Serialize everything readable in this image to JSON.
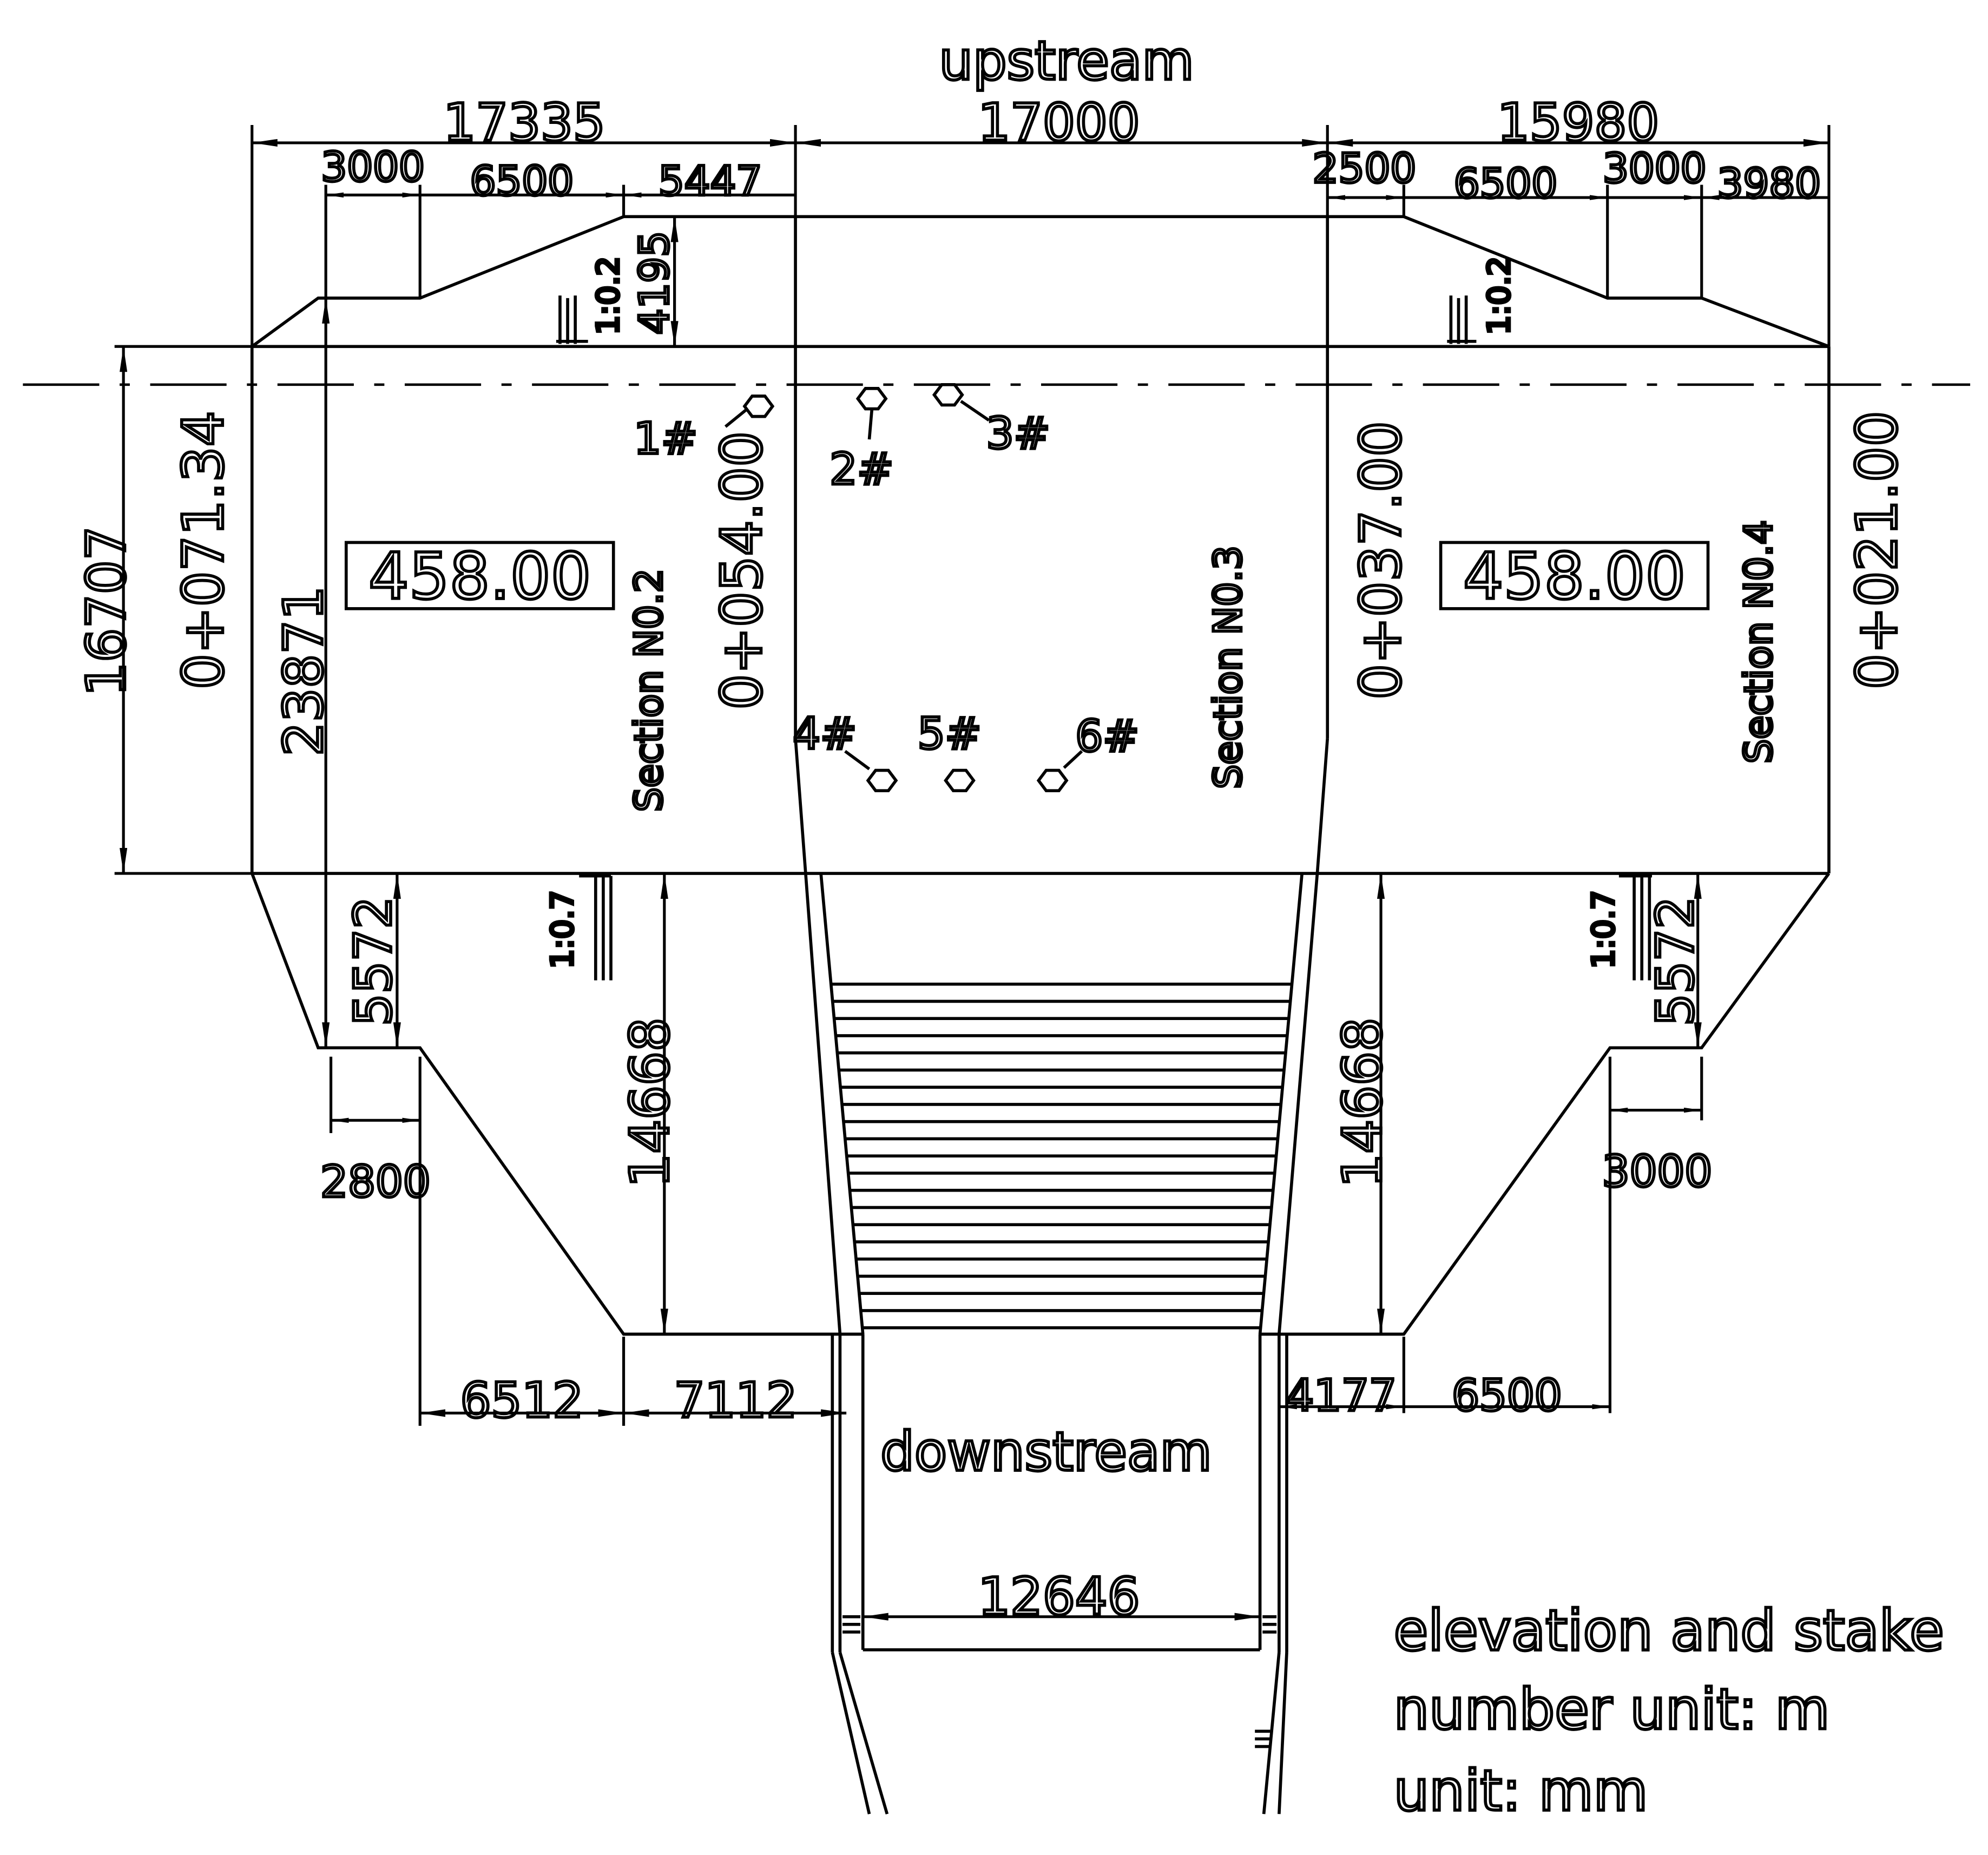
{
  "labels": {
    "upstream": "upstream",
    "downstream": "downstream",
    "section_no2": "Section N0.2",
    "section_no3": "Section N0.3",
    "section_no4": "Section N0.4",
    "stake_071": "0+071.34",
    "stake_054": "0+054.00",
    "stake_037": "0+037.00",
    "stake_021": "0+021.00",
    "elevation_left": "458.00",
    "elevation_right": "458.00",
    "slope_up_left": "1:0.2",
    "slope_up_right": "1:0.2",
    "slope_down_left": "1:0.7",
    "slope_down_right": "1:0.7",
    "note_line1": "elevation and stake",
    "note_line2": "number unit: m",
    "note_line3": "unit: mm"
  },
  "holes": [
    "1#",
    "2#",
    "3#",
    "4#",
    "5#",
    "6#"
  ],
  "dimensions": {
    "top_left": "17335",
    "top_mid": "17000",
    "top_right": "15980",
    "sub_l1": "3000",
    "sub_l2": "6500",
    "sub_l3": "5447",
    "sub_r1": "2500",
    "sub_r2": "6500",
    "sub_r3": "3000",
    "sub_r4": "3980",
    "h_4195": "4195",
    "h_16707": "16707",
    "h_23871": "23871",
    "h_5572_left": "5572",
    "h_5572_right": "5572",
    "h_14668_left": "14668",
    "h_14668_right": "14668",
    "w_2800": "2800",
    "w_3000": "3000",
    "b_6512": "6512",
    "b_7112": "7112",
    "b_4177": "4177",
    "b_6500": "6500",
    "w_12646": "12646"
  }
}
